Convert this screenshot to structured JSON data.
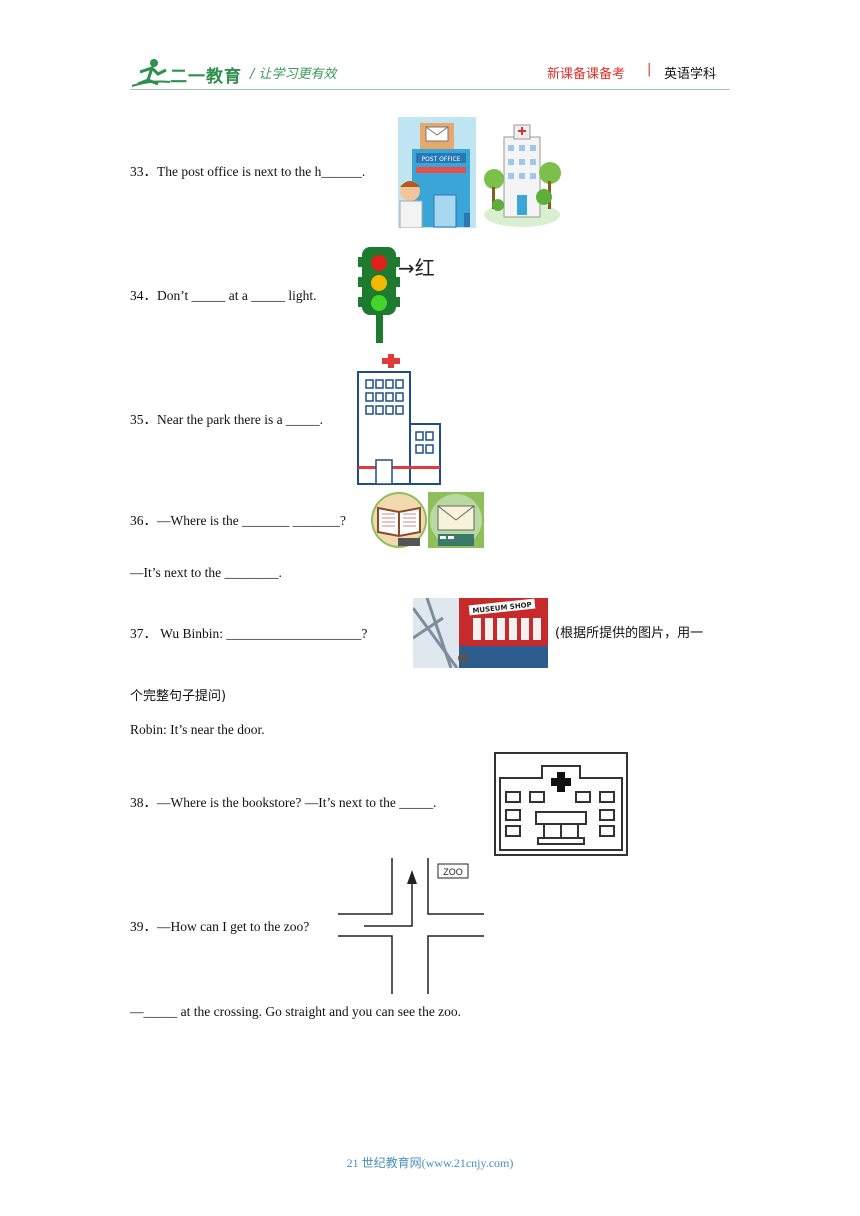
{
  "header": {
    "logo_text": "二一教育",
    "slogan": "/ 让学习更有效",
    "right_red": "新课备课备考",
    "separator": "|",
    "right_black": "英语学科"
  },
  "questions": {
    "q33": "33．The post office is next to the h______.",
    "q34": "34．Don’t  _____  at a  _____  light.",
    "q34_annot": "→红",
    "q35": "35．Near the park there is a  _____.",
    "q36_a": "36．—Where is the  _______  _______?",
    "q36_b": "—It’s next to the  ________.",
    "q37_a": "37．  Wu Binbin:  ____________________?",
    "q37_cn": "(根据所提供的图片，用一",
    "q37_cn2": "个完整句子提问)",
    "q37_b": "Robin: It’s near the door.",
    "q38": "38．—Where is the bookstore?  —It’s next to the  _____.",
    "q39_a": "39．—How can I get to the zoo?",
    "q39_zoo": "ZOO",
    "q39_b": "—_____  at the crossing. Go straight and you can see the zoo.",
    "post_office_sign": "POST OFFICE",
    "museum_shop_sign": "MUSEUM SHOP"
  },
  "footer": {
    "text": "21 世纪教育网(www.21cnjy.com)"
  },
  "colors": {
    "brand_green": "#3a9a57",
    "brand_red": "#d9332b",
    "footer_blue": "#4a8fbf"
  }
}
